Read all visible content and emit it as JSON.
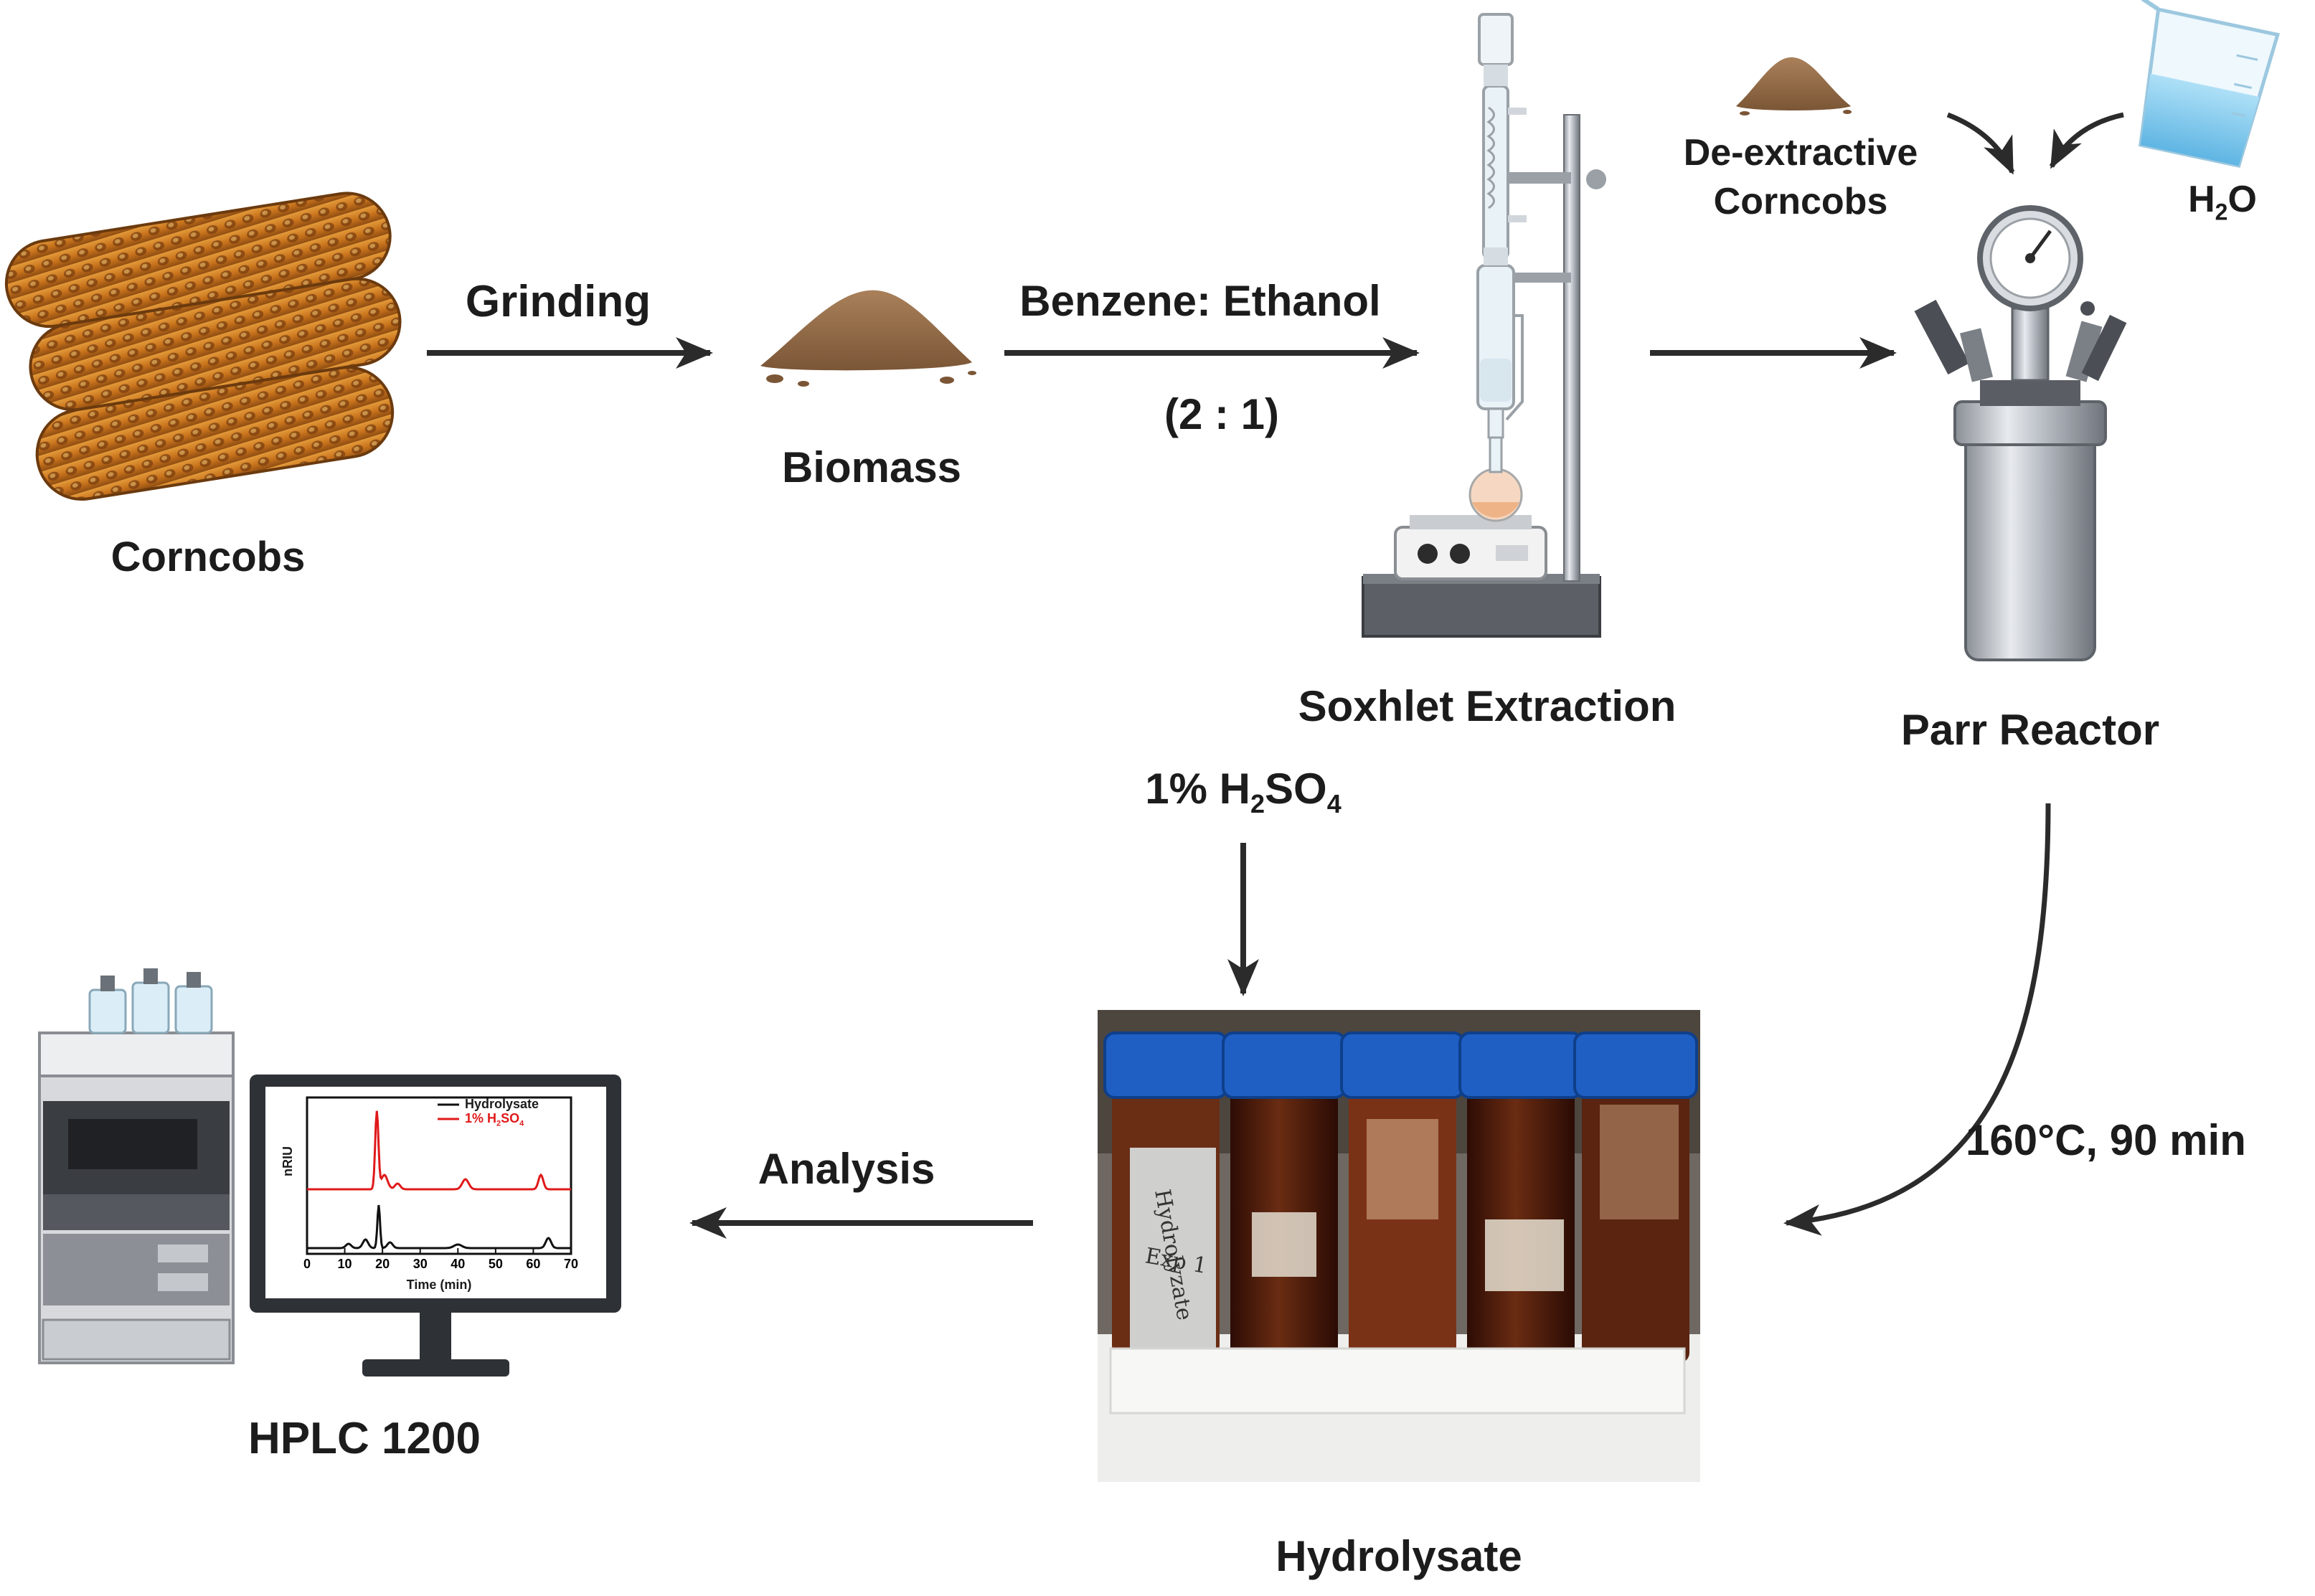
{
  "steps": {
    "corncobs": "Corncobs",
    "biomass": "Biomass",
    "soxhlet": "Soxhlet Extraction",
    "parr": "Parr Reactor",
    "hydrolysate": "Hydrolysate",
    "hplc": "HPLC 1200"
  },
  "arrows": {
    "grinding": "Grinding",
    "solvent": "Benzene: Ethanol",
    "ratio": "(2 : 1)",
    "conditions": "160°C, 90 min",
    "analysis": "Analysis"
  },
  "inputs": {
    "deextractive_line1": "De-extractive",
    "deextractive_line2": "Corncobs",
    "water_main": "H",
    "water_sub": "2",
    "water_tail": "O",
    "acid_pre": "1% H",
    "acid_sub1": "2",
    "acid_mid": "SO",
    "acid_sub2": "4"
  },
  "monitor_chart": {
    "legend_1": "Hydrolysate",
    "legend_2_pre": "1% H",
    "legend_2_sub1": "2",
    "legend_2_mid": "SO",
    "legend_2_sub2": "4",
    "ylabel": "nRIU",
    "xlabel": "Time (min)",
    "xticks": [
      "0",
      "10",
      "20",
      "30",
      "40",
      "50",
      "60",
      "70"
    ]
  },
  "tubes": {
    "label_1": "Hydrolyzate",
    "label_2": "Exp 1"
  },
  "colors": {
    "arrow": "#2b2b2b",
    "tube_cap": "#1f5fc4",
    "hydrolysate": "#4a1c0e",
    "trace_red": "#e0191a",
    "trace_black": "#111111"
  }
}
